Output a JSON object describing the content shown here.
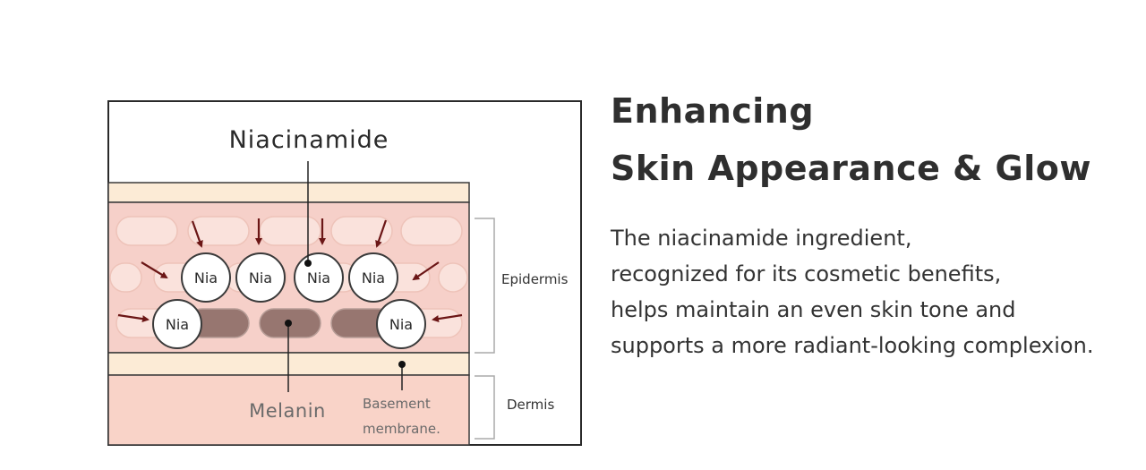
{
  "diagram": {
    "niacinamide_label": "Niacinamide",
    "nia_label": "Nia",
    "melanin_label": "Melanin",
    "basement_label_line1": "Basement",
    "basement_label_line2": "membrane.",
    "epidermis_label": "Epidermis",
    "dermis_label": "Dermis",
    "colors": {
      "top_layer": "#fcebd6",
      "epidermis": "#f6d0c9",
      "cell": "#fae2dc",
      "melanin": "#977670",
      "dermis": "#f9d3c8",
      "arrow": "#6b1616"
    }
  },
  "text": {
    "title_line1": "Enhancing",
    "title_line2": "Skin Appearance & Glow",
    "desc_line1": "The niacinamide ingredient,",
    "desc_line2": "recognized for its cosmetic benefits,",
    "desc_line3": "helps maintain an even skin tone and",
    "desc_line4": "supports a more radiant-looking complexion."
  }
}
